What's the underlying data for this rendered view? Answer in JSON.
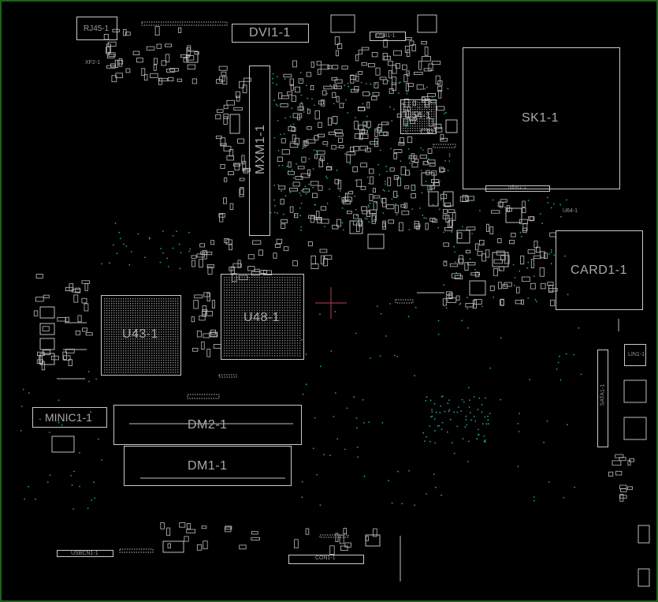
{
  "board": {
    "background": "#000000",
    "border_color": "#1f5f1f",
    "outline_color": "#c8c8c8",
    "label_color": "#a9a9a9",
    "via_color": "#2aa198",
    "marker_color": "#b0405a"
  },
  "labels": {
    "rj45": "RJ45-1",
    "dvi": "DVI1-1",
    "usb": "USB1-1",
    "xf2": "XF2-1",
    "mxm": "MXM1-1",
    "u54": "U54-1",
    "sk1": "SK1-1",
    "nbw": "NBW1-1",
    "u64": "U64-1",
    "card1": "CARD1-1",
    "u43": "U43-1",
    "u48": "U48-1",
    "lin1": "LIN1-1",
    "sata": "SATA1-1",
    "minic1": "MINIC1-1",
    "dm2": "DM2-1",
    "dm1": "DM1-1",
    "usbcn1": "USBCN1-1",
    "conn_bottom": "CON1-1"
  }
}
